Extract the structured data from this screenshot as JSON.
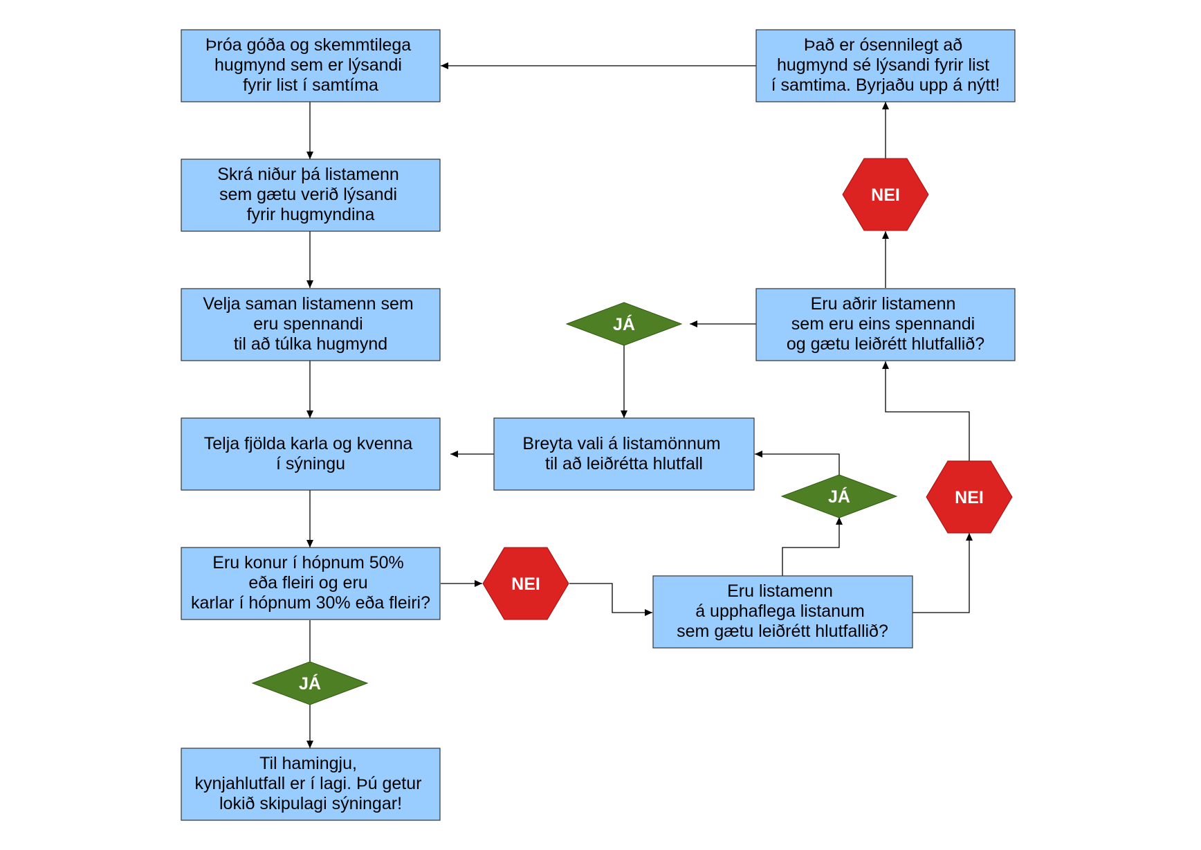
{
  "nodes": {
    "idea": [
      "Þróa góða og skemmtilega",
      "hugmynd sem er lýsandi",
      "fyrir list í samtíma"
    ],
    "list_artists": [
      "Skrá niður þá listamenn",
      "sem gætu verið lýsandi",
      "fyrir hugmyndina"
    ],
    "select_artists": [
      "Velja saman listamenn sem",
      "eru spennandi",
      "til að túlka hugmynd"
    ],
    "count": [
      "Telja fjölda karla og kvenna",
      "í sýningu"
    ],
    "check_ratio": [
      "Eru konur í hópnum 50%",
      "eða fleiri og eru",
      "karlar í hópnum 30% eða fleiri?"
    ],
    "congrats": [
      "Til hamingju,",
      "kynjahlutfall er í lagi. Þú getur",
      "lokið skipulagi sýningar!"
    ],
    "change_selection": [
      "Breyta vali á listamönnum",
      "til að leiðrétta hlutfall"
    ],
    "original_list": [
      "Eru listamenn",
      "á upphaflega listanum",
      "sem gætu leiðrétt hlutfallið?"
    ],
    "other_artists": [
      "Eru aðrir listamenn",
      "sem eru eins spennandi",
      "og gætu leiðrétt hlutfallið?"
    ],
    "restart": [
      "Það er ósennilegt að",
      "hugmynd sé lýsandi fyrir list",
      "í samtima. Byrjaðu upp á nýtt!"
    ]
  },
  "labels": {
    "yes": "JÁ",
    "no": "NEI"
  },
  "colors": {
    "box_fill": "#99ccff",
    "yes_fill": "#4e7f25",
    "no_fill": "#dd2222"
  }
}
